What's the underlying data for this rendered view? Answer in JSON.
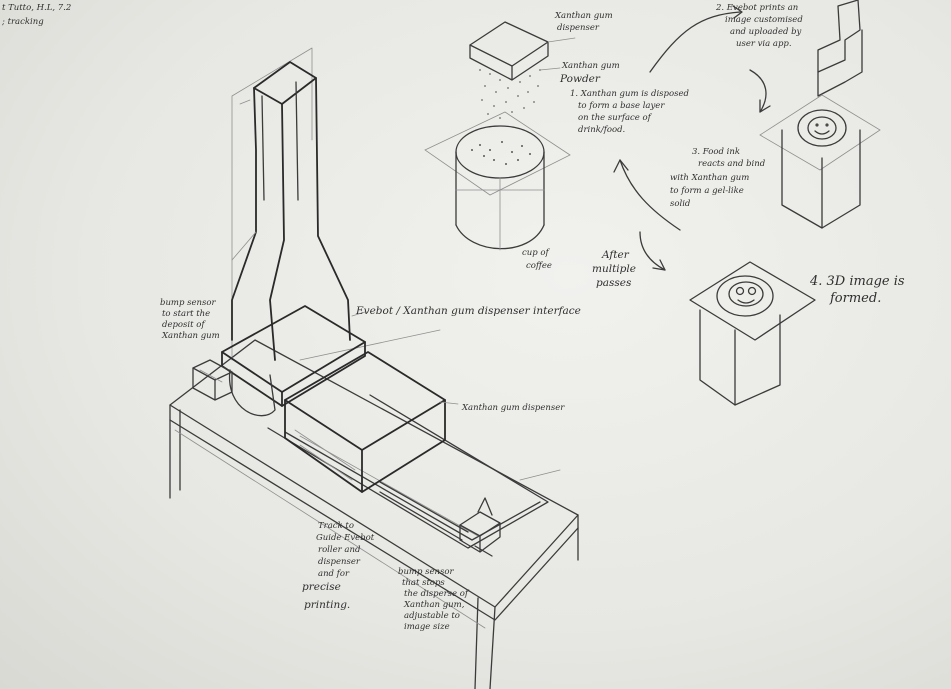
{
  "corner_note": {
    "line1": "t Tutto, H.L, 7.2",
    "line2": "; tracking"
  },
  "labels": {
    "xanthan_dispenser_top": [
      "Xanthan gum",
      "dispenser"
    ],
    "xanthan_powder": [
      "Xanthan gum",
      "Powder"
    ],
    "step1": [
      "1. Xanthan gum is disposed",
      "to form a base layer",
      "on the surface of",
      "drink/food."
    ],
    "step2": [
      "2. Evebot prints an",
      "image customised",
      "and uploaded by",
      "user via app."
    ],
    "step3": [
      "3. Food ink",
      "reacts and bind",
      "with Xanthan gum",
      "to form a gel-like",
      "solid"
    ],
    "step4": [
      "4. 3D image is",
      "formed."
    ],
    "cup_of_coffee": [
      "cup of",
      "coffee"
    ],
    "after_passes": [
      "After",
      "multiple",
      "passes"
    ],
    "bump_sensor_start": [
      "bump sensor",
      "to start the",
      "deposit of",
      "Xanthan gum"
    ],
    "interface": "Evebot / Xanthan gum dispenser interface",
    "dispenser_main": "Xanthan gum dispenser",
    "track": [
      "Track to",
      "Guide Evebot",
      "roller and",
      "dispenser",
      "and for",
      "precise",
      "printing."
    ],
    "bump_sensor_stop": [
      "bump sensor",
      "that stops",
      "the disperse of",
      "Xanthan gum,",
      "adjustable to",
      "image size"
    ]
  },
  "colors": {
    "paper": "#ecece8",
    "pencil": "#3b3b3b"
  }
}
